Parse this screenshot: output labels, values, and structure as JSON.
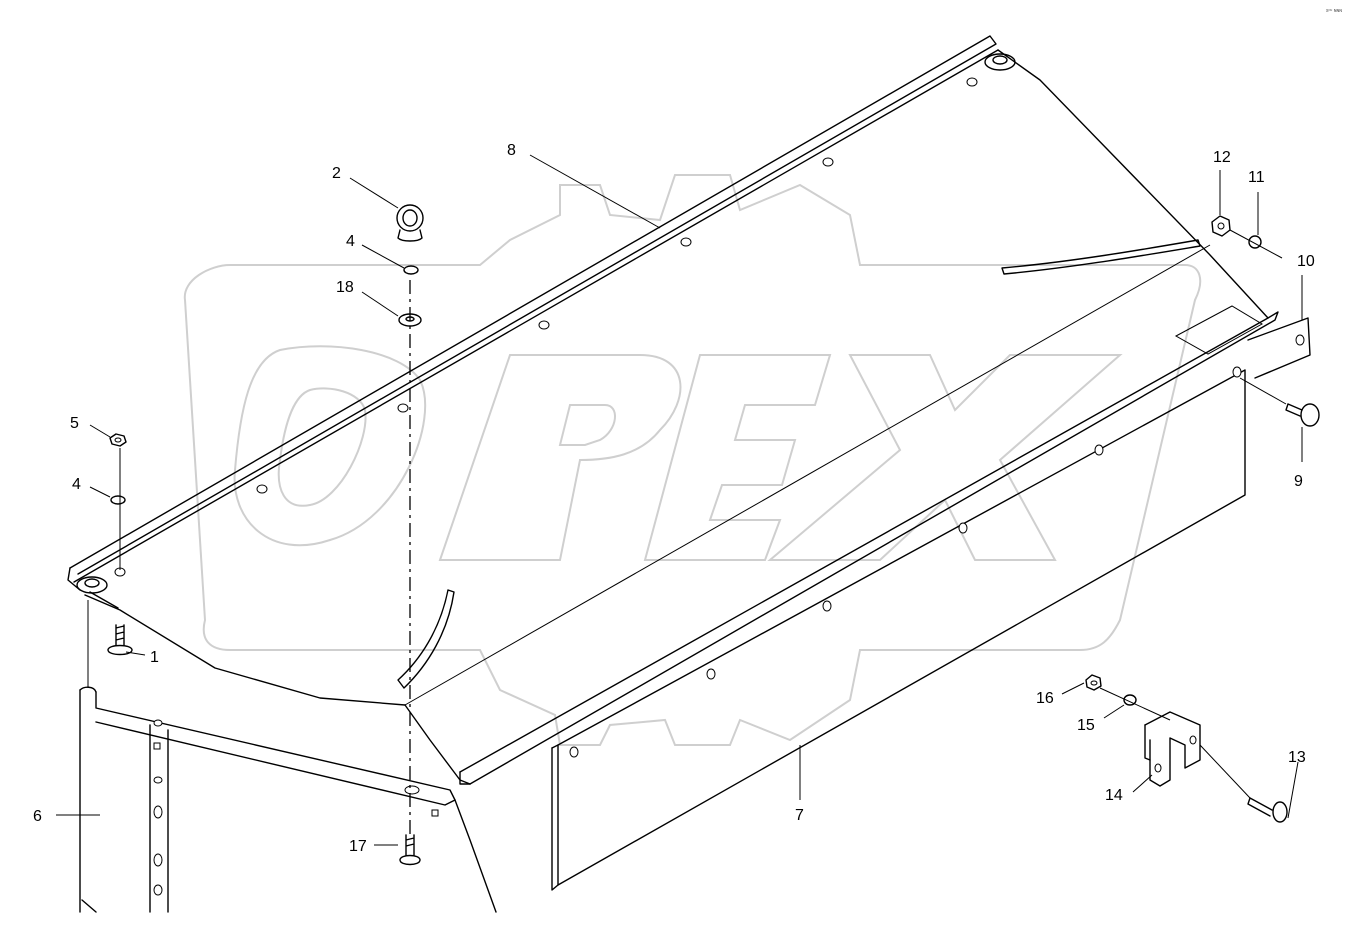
{
  "watermark": {
    "text": "OPEX"
  },
  "corner_code": "sᵒᵘ ɴɴɴ",
  "callouts": [
    {
      "id": "1",
      "label": "1"
    },
    {
      "id": "2",
      "label": "2"
    },
    {
      "id": "4a",
      "label": "4"
    },
    {
      "id": "4b",
      "label": "4"
    },
    {
      "id": "5",
      "label": "5"
    },
    {
      "id": "6",
      "label": "6"
    },
    {
      "id": "7",
      "label": "7"
    },
    {
      "id": "8",
      "label": "8"
    },
    {
      "id": "9",
      "label": "9"
    },
    {
      "id": "10",
      "label": "10"
    },
    {
      "id": "11",
      "label": "11"
    },
    {
      "id": "12",
      "label": "12"
    },
    {
      "id": "13",
      "label": "13"
    },
    {
      "id": "14",
      "label": "14"
    },
    {
      "id": "15",
      "label": "15"
    },
    {
      "id": "16",
      "label": "16"
    },
    {
      "id": "17",
      "label": "17"
    },
    {
      "id": "18",
      "label": "18"
    }
  ]
}
